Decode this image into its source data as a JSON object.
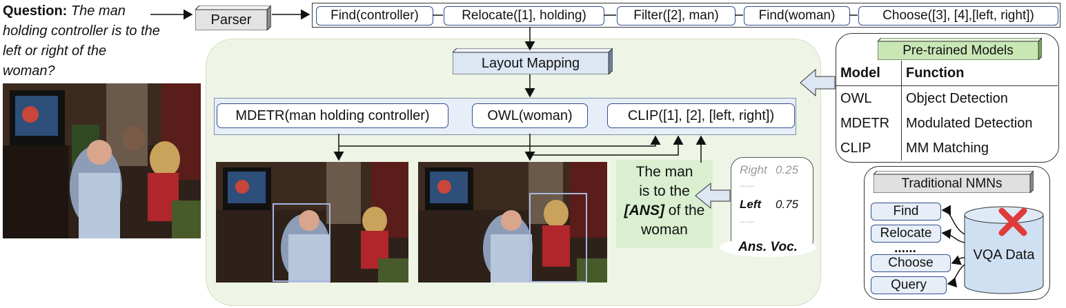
{
  "question": {
    "label": "Question:",
    "text": "The man holding controller is to the left or right of the woman?"
  },
  "parser": {
    "label": "Parser"
  },
  "program": [
    "Find(controller)",
    "Relocate([1], holding)",
    "Filter([2], man)",
    "Find(woman)",
    "Choose([3], [4],[left, right])"
  ],
  "layout_mapping": {
    "label": "Layout Mapping"
  },
  "modules": [
    "MDETR(man holding controller)",
    "OWL(woman)",
    "CLIP([1], [2], [left, right])"
  ],
  "answer_template": {
    "line1": "The man",
    "line2": "is to the",
    "ans_token": "[ANS]",
    "line3_suffix": " of the",
    "line4": "woman"
  },
  "answer_vocab": {
    "rows": [
      {
        "word": "Right",
        "score": "0.25"
      },
      {
        "word": "......",
        "score": ""
      },
      {
        "word": "Left",
        "score": "0.75"
      },
      {
        "word": "......",
        "score": ""
      }
    ],
    "caption": "Ans. Voc."
  },
  "pretrained": {
    "title": "Pre-trained Models",
    "headers": [
      "Model",
      "Function"
    ],
    "rows": [
      [
        "OWL",
        "Object Detection"
      ],
      [
        "MDETR",
        "Modulated Detection"
      ],
      [
        "CLIP",
        "MM Matching"
      ]
    ]
  },
  "traditional": {
    "title": "Traditional NMNs",
    "modules": [
      "Find",
      "Relocate",
      "......",
      "Choose",
      "Query"
    ],
    "data_label": "VQA Data",
    "cross_icon": "red-x-icon"
  },
  "colors": {
    "module_border": "#2f4f8f",
    "green_panel": "#eef5e6",
    "answer_box": "#d9efd0",
    "pretrained_title_bg": "#c9e7b5",
    "vqa_cylinder": "#cfe0f3",
    "bbox": "#a9b8e0",
    "cross": "#e03b3b"
  }
}
